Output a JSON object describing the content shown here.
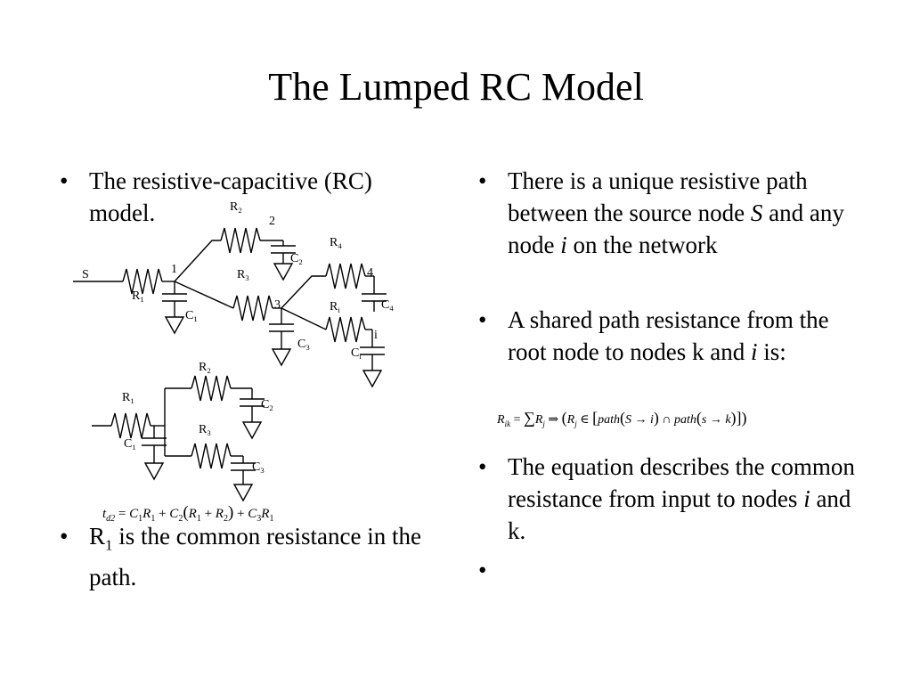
{
  "slide": {
    "title": "The Lumped RC Model",
    "left": {
      "bullet_glyph": "•",
      "b1": "The resistive-capacitive (RC) model.",
      "b2_R": "R",
      "b2_sub": "1",
      "b2_rest": " is the common resistance in the path."
    },
    "right": {
      "bullet_glyph": "•",
      "b1_a": "There is a unique resistive path between the source node ",
      "b1_S": "S",
      "b1_b": " and any node ",
      "b1_i": "i",
      "b1_c": " on the network",
      "b2_a": "A shared path resistance from the root node to nodes k and ",
      "b2_i": "i",
      "b2_b": " is:",
      "b3_a": "The equation describes the common resistance from input to nodes ",
      "b3_i": "i",
      "b3_b": " and k.",
      "b4": ""
    },
    "diagram1": {
      "S": "S",
      "n1": "1",
      "n2": "2",
      "n3": "3",
      "n4": "4",
      "ni": "i",
      "R": "R",
      "C": "C",
      "s1": "1",
      "s2": "2",
      "s3": "3",
      "s4": "4",
      "si": "i"
    },
    "diagram2": {
      "R": "R",
      "C": "C",
      "s1": "1",
      "s2": "2",
      "s3": "3"
    },
    "eq_td": {
      "t": "t",
      "d2": "d2",
      "eq": "= ",
      "C": "C",
      "R": "R",
      "p1": "1",
      "p2": "2",
      "p3": "3",
      "plus": " + ",
      "lp": "(",
      "rp": ")"
    },
    "eq_rik": {
      "R": "R",
      "ik": "ik",
      "eq": " = ",
      "sum": "∑",
      "j": "j",
      "imp": " ⇒ ",
      "lp": "(",
      "in": " ∈ ",
      "lb": "[",
      "path": "path",
      "S": "S",
      "arrow": " → ",
      "i": "i",
      "rp": ")",
      "cap": " ∩ ",
      "s": "s",
      "k": "k",
      "rb": "]"
    }
  }
}
